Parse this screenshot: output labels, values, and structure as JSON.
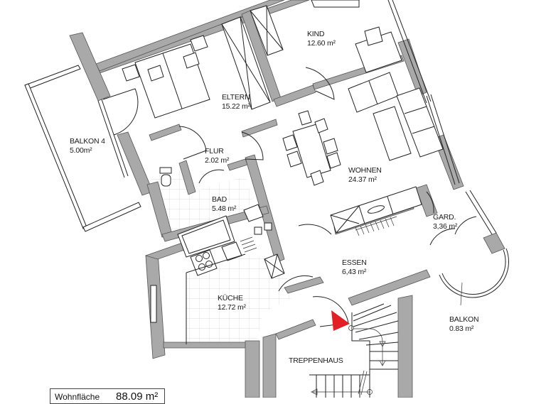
{
  "plan": {
    "type": "floor-plan",
    "accent_marker_color": "#e31e24",
    "wall_color": "#a9a9a9",
    "rooms": [
      {
        "id": "kind",
        "name": "KIND",
        "area": "12.60 m²"
      },
      {
        "id": "eltern",
        "name": "ELTERN",
        "area": "15.22 m²"
      },
      {
        "id": "balkon4",
        "name": "BALKON 4",
        "area": "5.00m²"
      },
      {
        "id": "flur",
        "name": "FLUR",
        "area": "2.02 m²"
      },
      {
        "id": "wohnen",
        "name": "WOHNEN",
        "area": "24.37 m²"
      },
      {
        "id": "bad",
        "name": "BAD",
        "area": "5.48 m²"
      },
      {
        "id": "gard",
        "name": "GARD.",
        "area": "3,36 m²"
      },
      {
        "id": "essen",
        "name": "ESSEN",
        "area": "6,43 m²"
      },
      {
        "id": "kueche",
        "name": "KÜCHE",
        "area": "12.72 m²"
      },
      {
        "id": "balkon",
        "name": "BALKON",
        "area": "0.83 m²"
      },
      {
        "id": "treppenhaus",
        "name": "TREPPENHAUS",
        "area": ""
      }
    ],
    "entrance_marker": "entrance-arrow",
    "summary_box": {
      "label": "Wohnfläche",
      "value": "88.09 m²"
    }
  }
}
